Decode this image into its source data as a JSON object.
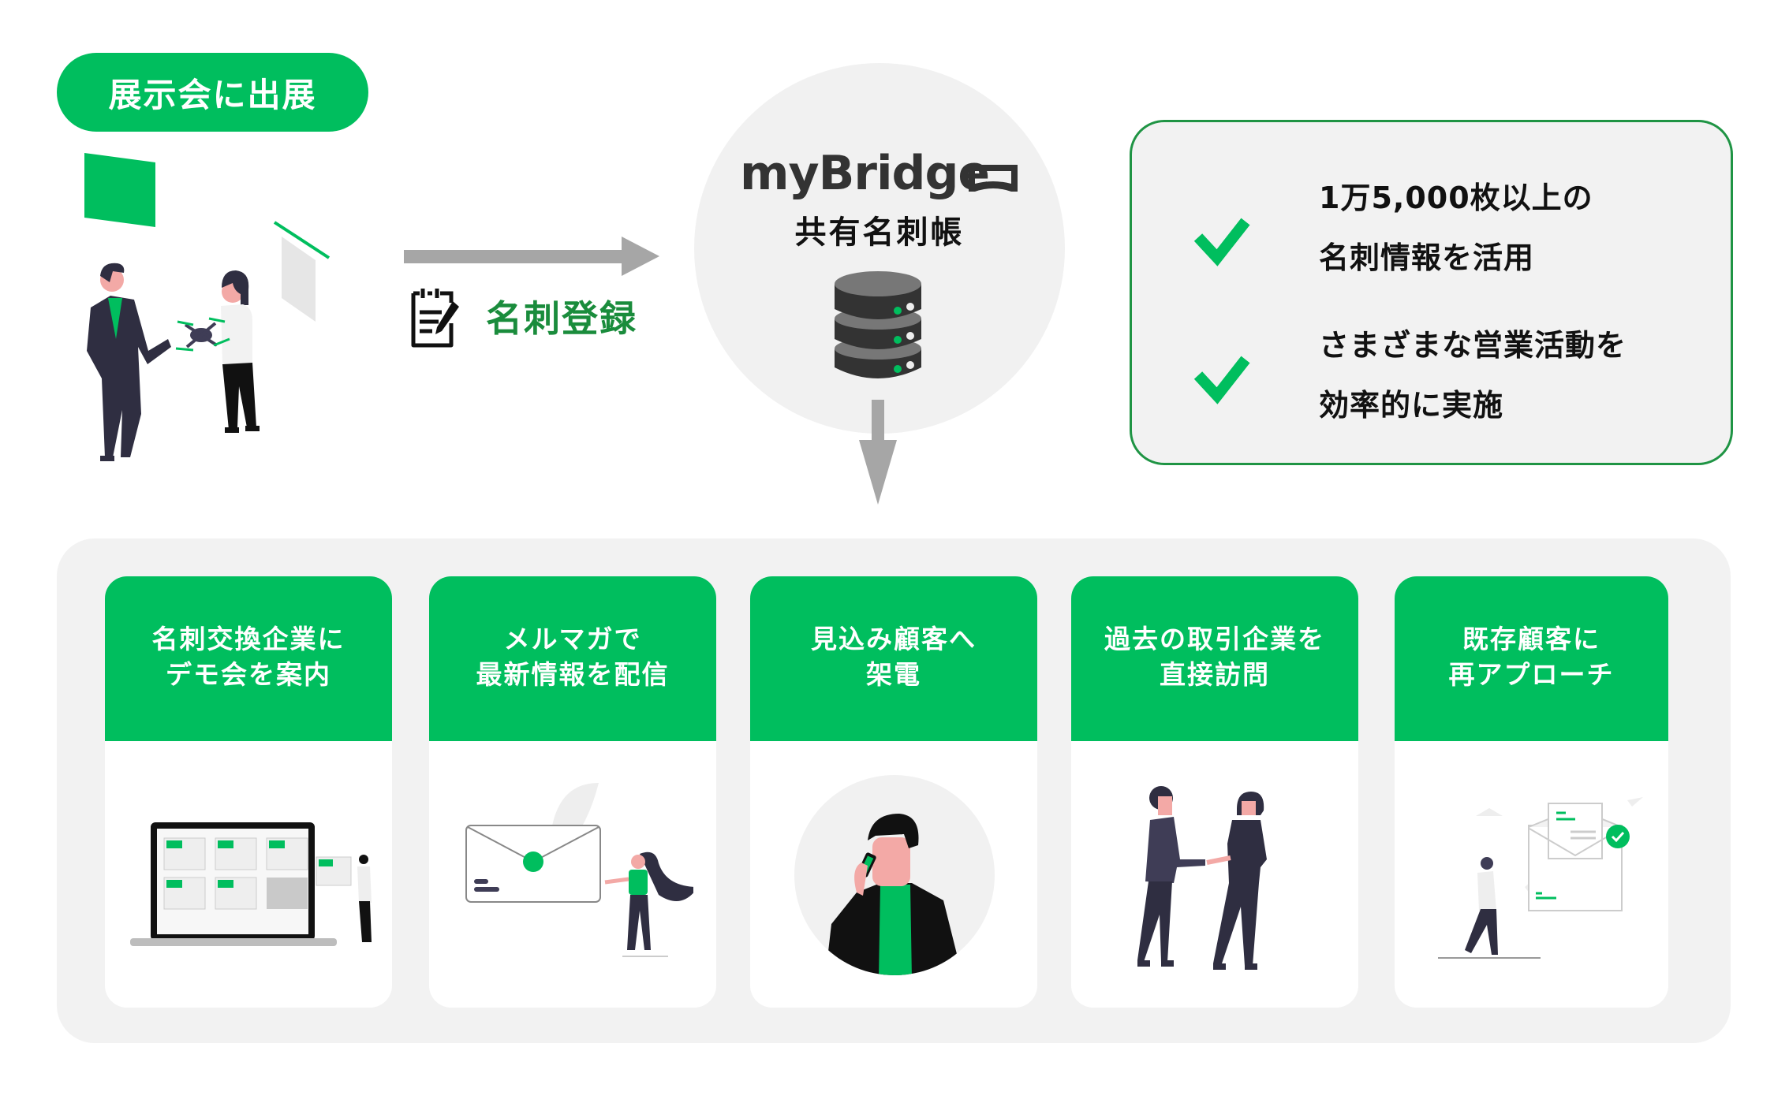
{
  "header": {
    "pill_label": "展示会に出展"
  },
  "flow": {
    "registration_label": "名刺登録",
    "registration_icon": "notepad-pen-icon",
    "arrow_right_icon": "arrow-right-icon",
    "arrow_down_icon": "arrow-down-icon"
  },
  "hub": {
    "logo_text": "myBridge",
    "logo_icon": "mybridge-logo-mark",
    "subtitle": "共有名刺帳",
    "database_icon": "database-icon"
  },
  "benefits": [
    {
      "icon": "check-icon",
      "line1": "1万5,000枚以上の",
      "line2": "名刺情報を活用"
    },
    {
      "icon": "check-icon",
      "line1": "さまざまな営業活動を",
      "line2": "効率的に実施"
    }
  ],
  "activities": [
    {
      "line1": "名刺交換企業に",
      "line2": "デモ会を案内",
      "illustration": "laptop-cards-illustration"
    },
    {
      "line1": "メルマガで",
      "line2": "最新情報を配信",
      "illustration": "envelope-woman-illustration"
    },
    {
      "line1": "見込み顧客へ",
      "line2": "架電",
      "illustration": "man-on-phone-illustration"
    },
    {
      "line1": "過去の取引企業を",
      "line2": "直接訪問",
      "illustration": "handshake-illustration"
    },
    {
      "line1": "既存顧客に",
      "line2": "再アプローチ",
      "illustration": "open-envelope-walker-illustration"
    }
  ],
  "colors": {
    "brand_green": "#00BE5E",
    "label_green": "#1a8c3c",
    "border_green": "#1f9444",
    "arrow_gray": "#a6a6a6",
    "panel_gray": "#f2f2f2",
    "dark": "#2f2e41"
  }
}
